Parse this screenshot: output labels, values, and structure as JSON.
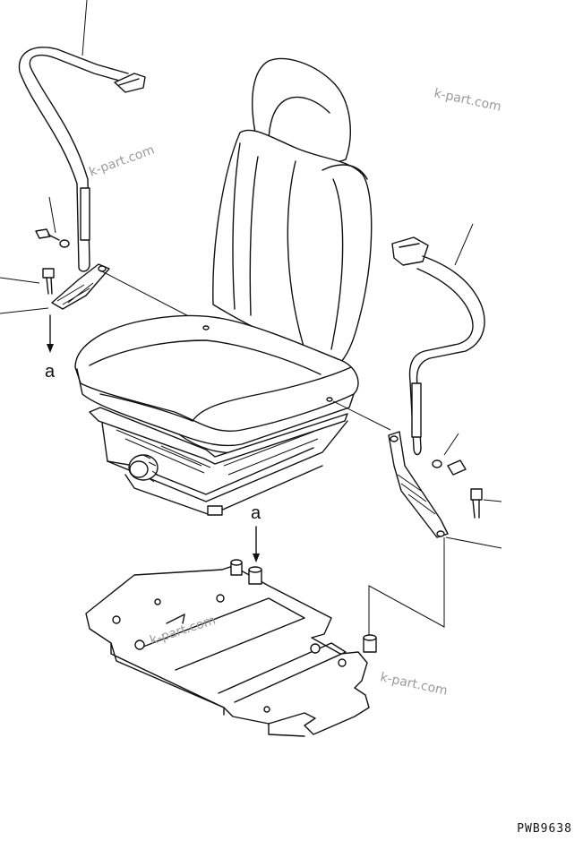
{
  "callouts": {
    "view_a_left": "a",
    "view_a_center": "a"
  },
  "watermarks": [
    "k-part.com",
    "k-part.com",
    "k-part.com",
    "k-part.com"
  ],
  "drawing_code": "PWB9638"
}
